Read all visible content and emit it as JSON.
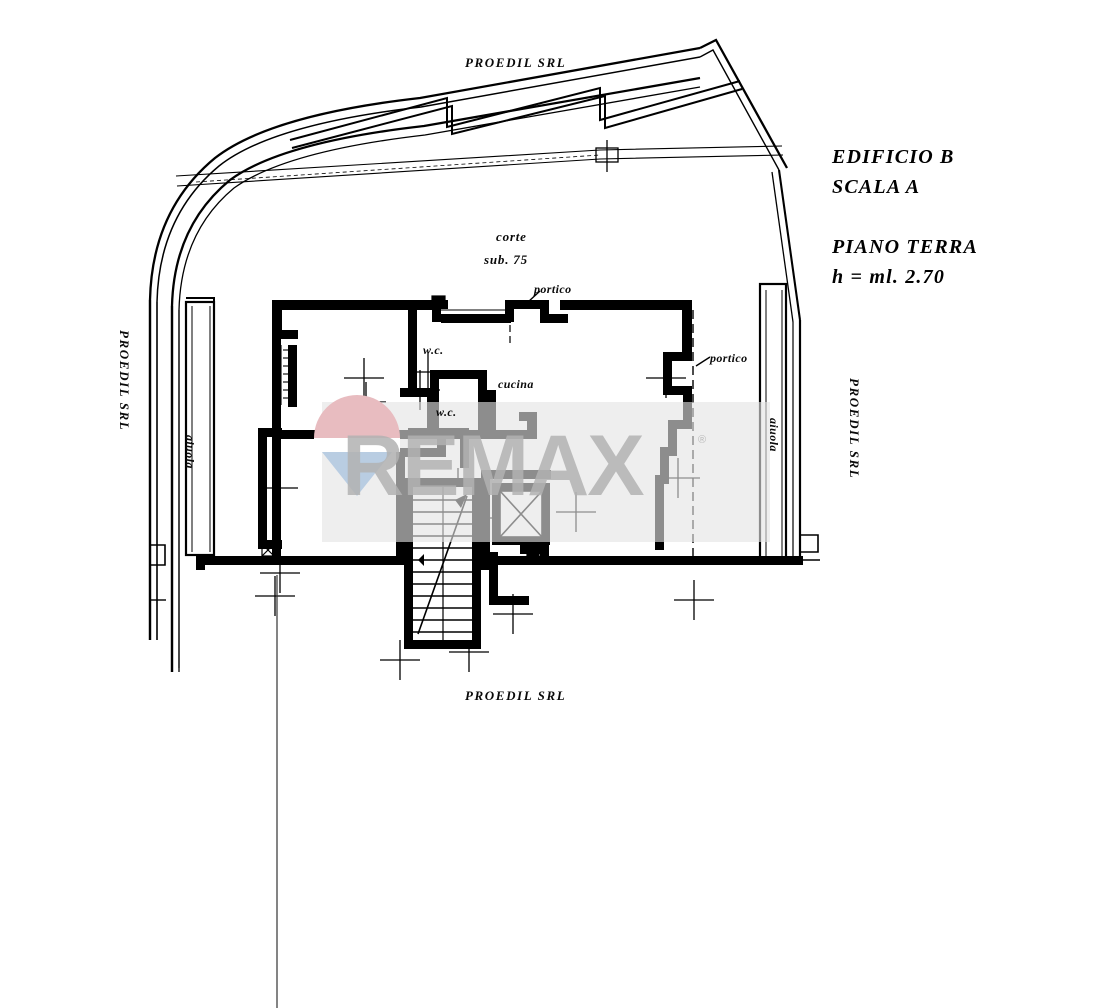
{
  "document": {
    "type": "architectural-floor-plan",
    "title_lines": [
      "EDIFICIO B",
      "SCALA A",
      "PIANO TERRA",
      "h = ml. 2.70"
    ],
    "legend": {
      "building": "EDIFICIO B",
      "staircase": "SCALA A",
      "floor": "PIANO TERRA",
      "height": "h = ml. 2.70"
    }
  },
  "boundary_labels": {
    "top": "PROEDIL SRL",
    "bottom": "PROEDIL SRL",
    "left": "PROEDIL SRL",
    "right": "PROEDIL SRL"
  },
  "garden_labels": {
    "left": "aiuola",
    "right": "aiuola"
  },
  "courtyard": {
    "name": "corte",
    "subaltern": "sub. 75"
  },
  "rooms": [
    {
      "id": "wc-upper",
      "label": "w.c."
    },
    {
      "id": "wc-lower",
      "label": "w.c."
    },
    {
      "id": "kitchen",
      "label": "cucina"
    }
  ],
  "annotations": [
    {
      "id": "portico-top",
      "label": "portico"
    },
    {
      "id": "portico-right",
      "label": "portico"
    }
  ],
  "watermark": {
    "text": "REMAX",
    "registered_mark": "®",
    "logo": "remax-balloon-icon",
    "colors": {
      "band": "#e4e4e4",
      "text": "#b2b2b2",
      "balloon_top": "#e8bcc0",
      "balloon_bottom": "#b9cde2"
    }
  },
  "colors": {
    "ink": "#000000",
    "paper": "#ffffff",
    "accent_red": "#dc1c2e",
    "accent_blue": "#0d3c8c"
  }
}
